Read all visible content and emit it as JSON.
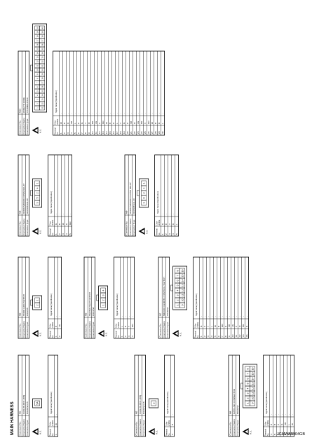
{
  "title": "MAIN HARNESS",
  "reference_code": "JCMWA5904GB",
  "labels": {
    "connector_no": "Connector No.",
    "connector_name": "Connector Name",
    "connector_type": "Connector Type",
    "terminal_no": "Terminal No.",
    "color_of_wire": "Color of Wire",
    "signal_name": "Signal Name [Specification]",
    "hs_badge": "H.S."
  },
  "connectors": [
    {
      "id": "c1",
      "no": "M1",
      "name": "FUSE BLOCK (J/B)",
      "type": "NS16FW-CS",
      "pins": [
        "5A"
      ],
      "rows": [
        [
          "1",
          "W",
          "-"
        ]
      ]
    },
    {
      "id": "c2",
      "no": "M2",
      "name": "FUSE BLOCK (J/B)",
      "type": "NS06FW-CS",
      "pins": [
        "2"
      ],
      "rows": [
        [
          "2",
          "B",
          "-"
        ]
      ]
    },
    {
      "id": "c3",
      "no": "M4",
      "name": "DATA LINK CONNECTOR",
      "type": "BD16FW",
      "pins": [
        "1",
        "2",
        "3",
        "4",
        "5",
        "6",
        "7",
        "8",
        "9",
        "10",
        "11",
        "12",
        "13",
        "14",
        "15",
        "16"
      ],
      "rows": [
        [
          "4",
          "B",
          "-"
        ],
        [
          "5",
          "B",
          "-"
        ],
        [
          "6",
          "P",
          "-"
        ],
        [
          "7",
          "G",
          "-"
        ],
        [
          "8",
          "SB",
          "-"
        ],
        [
          "14",
          "L",
          "-"
        ],
        [
          "16",
          "W",
          "-"
        ]
      ]
    },
    {
      "id": "c4",
      "no": "M5",
      "name": "HOOD AJAR SWITCH",
      "type": "RS02FB",
      "pins": [
        "2",
        "1"
      ],
      "rows": [
        [
          "1",
          "B",
          "-"
        ],
        [
          "2",
          "LG",
          "-"
        ]
      ]
    },
    {
      "id": "c5",
      "no": "M6",
      "name": "HEATED SEAT SWITCH",
      "type": "RS04FW",
      "pins": [
        "1",
        "2",
        "3",
        "4"
      ],
      "rows": [
        [
          "1",
          "L",
          "-"
        ],
        [
          "2",
          "B",
          "-"
        ],
        [
          "3",
          "Y",
          "-"
        ],
        [
          "4",
          "GR",
          "-"
        ]
      ]
    },
    {
      "id": "c6",
      "no": "M7",
      "name": "MIRROR REMOTE CONTROL SWITCH",
      "type": "TH16FW",
      "pins": [
        "1",
        "2",
        "3",
        "4",
        "5",
        "6",
        "7",
        "8",
        "9",
        "10",
        "11",
        "12",
        "13",
        "14",
        "15",
        "16"
      ],
      "rows": [
        [
          "1",
          "G",
          "-"
        ],
        [
          "2",
          "V",
          "-"
        ],
        [
          "3",
          "Y",
          "-"
        ],
        [
          "4",
          "L",
          "-"
        ],
        [
          "5",
          "W",
          "-"
        ],
        [
          "6",
          "B",
          "-"
        ],
        [
          "7",
          "GR",
          "-"
        ],
        [
          "8",
          "R",
          "-"
        ],
        [
          "9",
          "SB",
          "-"
        ],
        [
          "10",
          "LG",
          "-"
        ],
        [
          "11",
          "P",
          "-"
        ],
        [
          "12",
          "O",
          "-"
        ],
        [
          "13",
          "BR",
          "-"
        ],
        [
          "16",
          "R",
          "-"
        ]
      ]
    },
    {
      "id": "c7",
      "no": "M8",
      "name": "DOOR MIRROR OPEN RELAY",
      "type": "DC05FB-EE-LC",
      "pins": [
        "3",
        "5",
        "2",
        "4",
        "1"
      ],
      "rows": [
        [
          "1",
          "G",
          "-"
        ],
        [
          "2",
          "B",
          "-"
        ],
        [
          "3",
          "W",
          "-"
        ],
        [
          "4",
          "R",
          "-"
        ],
        [
          "5",
          "GR",
          "-"
        ]
      ]
    },
    {
      "id": "c8",
      "no": "M9",
      "name": "DOOR MIRROR CLOSE RELAY",
      "type": "DC05FB-EE-LC",
      "pins": [
        "3",
        "6",
        "2",
        "4",
        "1"
      ],
      "rows": [
        [
          "1",
          "G",
          "-"
        ],
        [
          "2",
          "B",
          "-"
        ],
        [
          "3",
          "Y",
          "-"
        ],
        [
          "4",
          "R",
          "-"
        ],
        [
          "5",
          "L",
          "-"
        ]
      ]
    },
    {
      "id": "c9",
      "no": "M10",
      "name": "WIRE TO WIRE",
      "type": "TH40MW-CS10",
      "pins": [
        "1",
        "2",
        "3",
        "4",
        "5",
        "6",
        "7",
        "8",
        "9",
        "10",
        "11",
        "12",
        "13",
        "14",
        "15",
        "16",
        "17",
        "18",
        "19",
        "20",
        "21",
        "22",
        "23",
        "24",
        "25",
        "26",
        "27",
        "28",
        "29",
        "30",
        "31",
        "32",
        "33",
        "34",
        "35",
        "36",
        "37",
        "38",
        "39",
        "40"
      ],
      "rows": [
        [
          "1",
          "W",
          "-"
        ],
        [
          "2",
          "B",
          "-"
        ],
        [
          "3",
          "R",
          "-"
        ],
        [
          "4",
          "SB",
          "-"
        ],
        [
          "5",
          "L",
          "-"
        ],
        [
          "6",
          "P",
          "-"
        ],
        [
          "7",
          "G",
          "-"
        ],
        [
          "8",
          "Y",
          "-"
        ],
        [
          "9",
          "O",
          "-"
        ],
        [
          "10",
          "BR",
          "-"
        ],
        [
          "11",
          "LG",
          "-"
        ],
        [
          "12",
          "V",
          "-"
        ],
        [
          "13",
          "GR",
          "-"
        ],
        [
          "14",
          "W",
          "-"
        ],
        [
          "15",
          "B",
          "-"
        ],
        [
          "16",
          "R",
          "-"
        ],
        [
          "17",
          "L",
          "-"
        ],
        [
          "18",
          "Y",
          "-"
        ],
        [
          "19",
          "G",
          "-"
        ],
        [
          "20",
          "P",
          "-"
        ],
        [
          "21",
          "SB",
          "-"
        ],
        [
          "22",
          "O",
          "-"
        ],
        [
          "23",
          "LG",
          "-"
        ],
        [
          "24",
          "BR",
          "-"
        ],
        [
          "25",
          "V",
          "-"
        ],
        [
          "26",
          "GR",
          "-"
        ],
        [
          "27",
          "W",
          "-"
        ],
        [
          "28",
          "B",
          "-"
        ],
        [
          "29",
          "R",
          "-"
        ],
        [
          "30",
          "L",
          "-"
        ]
      ]
    }
  ]
}
